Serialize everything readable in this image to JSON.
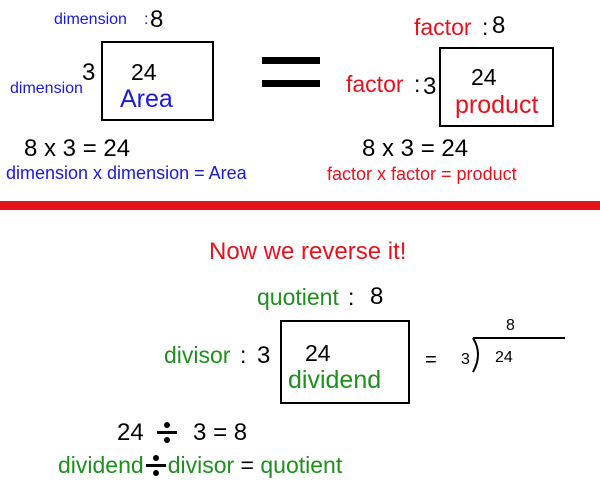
{
  "colors": {
    "blue": "#1a1adc",
    "red": "#e8121c",
    "green": "#1f8f1f",
    "divider": "#e8121c"
  },
  "left_model": {
    "top_label": "dimension",
    "top_value": "8",
    "side_label": "dimension",
    "side_value": "3",
    "box_value": "24",
    "box_label": "Area",
    "equation": "8 x 3 = 24",
    "word_equation": "dimension x dimension = Area"
  },
  "equals_sign": "=",
  "right_model": {
    "top_label": "factor",
    "top_value": "8",
    "side_label": "factor",
    "side_value": "3",
    "box_value": "24",
    "box_label": "product",
    "equation": "8 x 3 = 24",
    "word_equation": "factor x factor = product"
  },
  "reverse_heading": "Now we reverse it!",
  "division_model": {
    "top_label": "quotient",
    "top_value": "8",
    "side_label": "divisor",
    "side_value": "3",
    "box_value": "24",
    "box_label": "dividend",
    "equals": "="
  },
  "long_division": {
    "quotient": "8",
    "divisor": "3",
    "dividend": "24"
  },
  "division_equation": {
    "dividend": "24",
    "divisor": "3",
    "equals": "=",
    "quotient": "8"
  },
  "word_division": {
    "dividend": "dividend",
    "divisor": "divisor",
    "equals": "=",
    "quotient": "quotient"
  }
}
